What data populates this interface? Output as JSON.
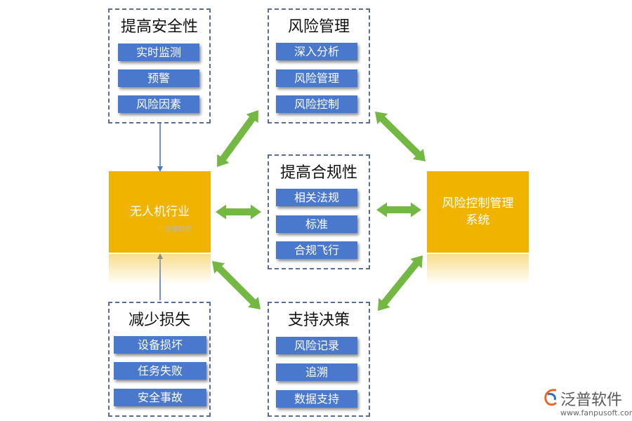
{
  "groups": {
    "safety": {
      "title": "提高安全性",
      "items": [
        "实时监测",
        "预警",
        "风险因素"
      ]
    },
    "risk": {
      "title": "风险管理",
      "items": [
        "深入分析",
        "风险管理",
        "风险控制"
      ]
    },
    "compliance": {
      "title": "提高合规性",
      "items": [
        "相关法规",
        "标准",
        "合规飞行"
      ]
    },
    "loss": {
      "title": "减少损失",
      "items": [
        "设备损坏",
        "任务失败",
        "安全事故"
      ]
    },
    "decision": {
      "title": "支持决策",
      "items": [
        "风险记录",
        "追溯",
        "数据支持"
      ]
    }
  },
  "hubs": {
    "industry": {
      "label": "无人机行业"
    },
    "system": {
      "line1": "风险控制管理",
      "line2": "系统"
    }
  },
  "watermark": "泛普软件",
  "brand": {
    "name": "泛普软件",
    "url": "www.fanpusoft.com"
  },
  "colors": {
    "pill": "#4a78cc",
    "hub": "#f0b400",
    "arrow": "#72b843",
    "connector": "#4a78cc",
    "border": "#5b6d93"
  }
}
